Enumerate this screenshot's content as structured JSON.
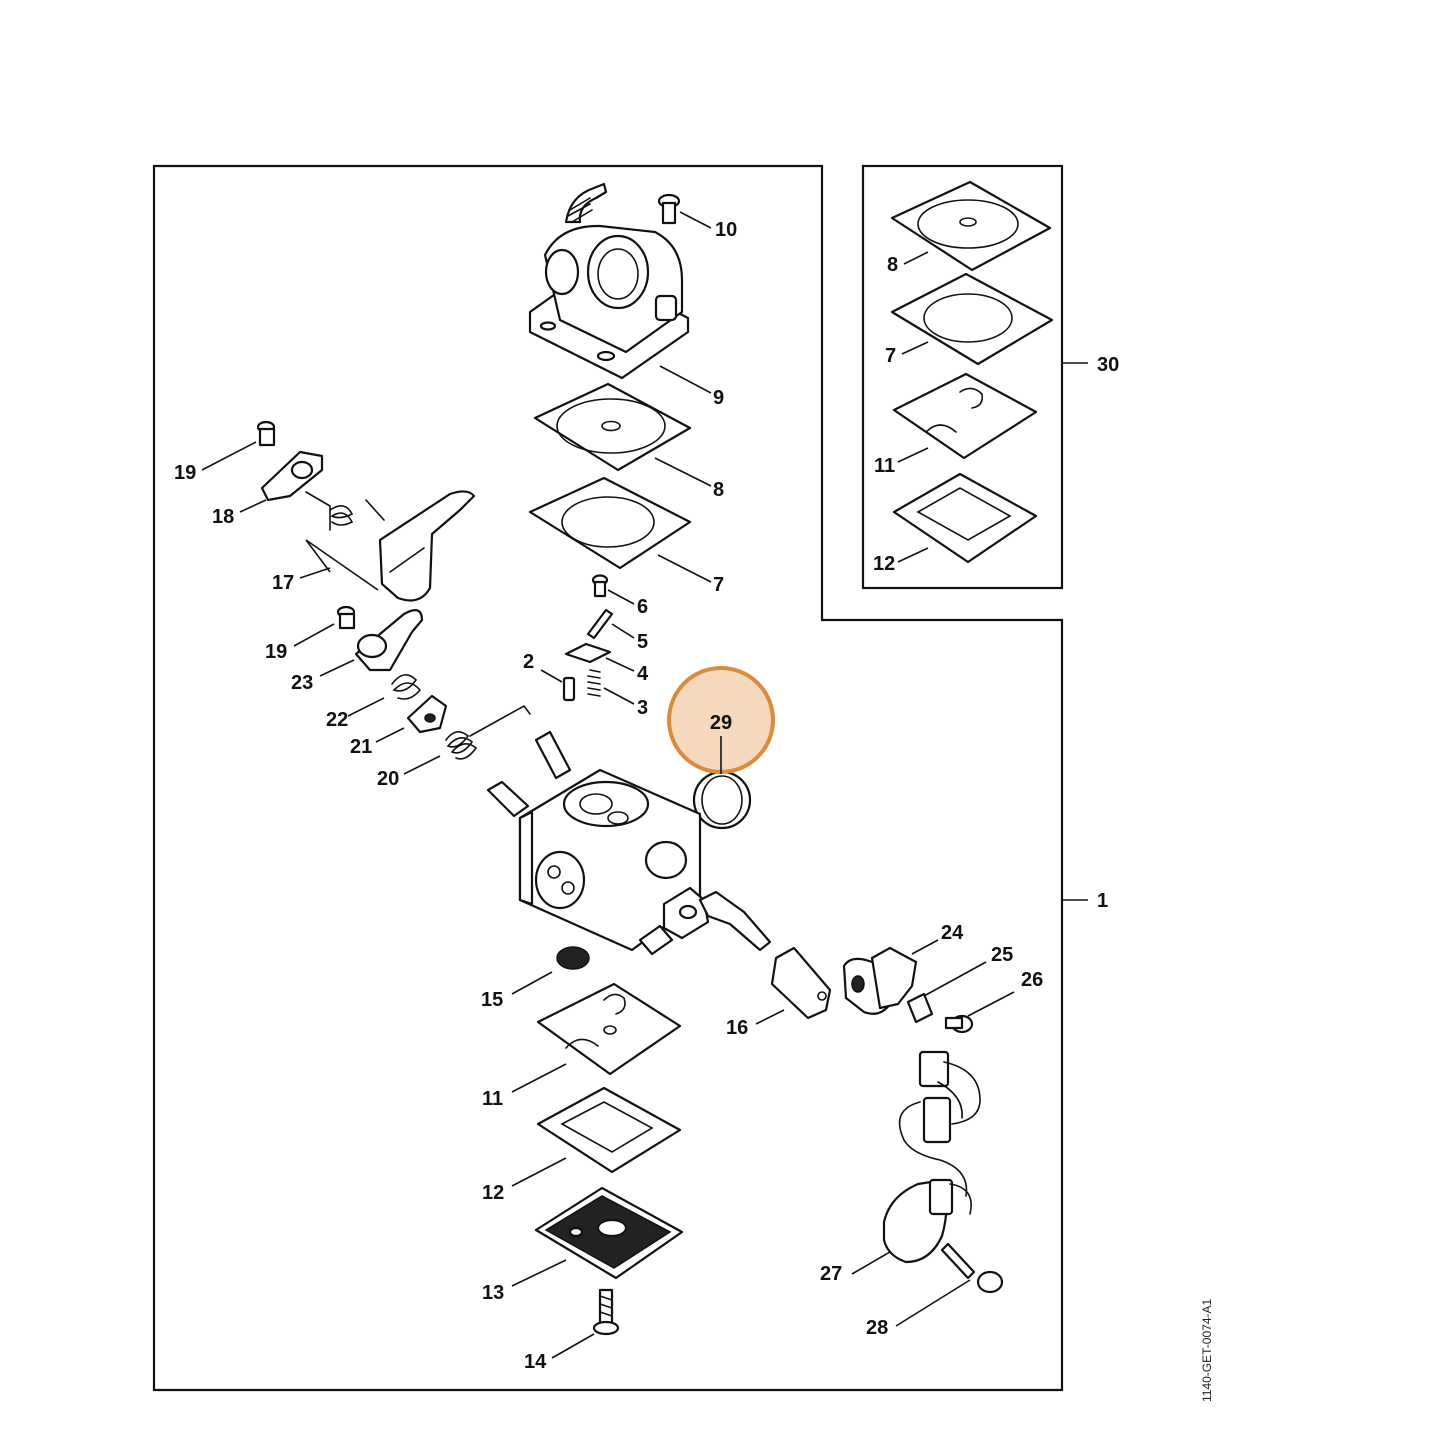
{
  "drawing_ref": "1140-GET-0074-A1",
  "highlight": {
    "label": "29",
    "fill": "#f6d8bd",
    "stroke": "#d98c3e"
  },
  "labels": {
    "l1": "1",
    "l2": "2",
    "l3": "3",
    "l4": "4",
    "l5": "5",
    "l6": "6",
    "l7a": "7",
    "l7b": "7",
    "l8a": "8",
    "l8b": "8",
    "l9": "9",
    "l10": "10",
    "l11a": "11",
    "l11b": "11",
    "l12a": "12",
    "l12b": "12",
    "l13": "13",
    "l14": "14",
    "l15": "15",
    "l16": "16",
    "l17": "17",
    "l18": "18",
    "l19a": "19",
    "l19b": "19",
    "l20": "20",
    "l21": "21",
    "l22": "22",
    "l23": "23",
    "l24": "24",
    "l25": "25",
    "l26": "26",
    "l27": "27",
    "l28": "28",
    "l30": "30"
  }
}
